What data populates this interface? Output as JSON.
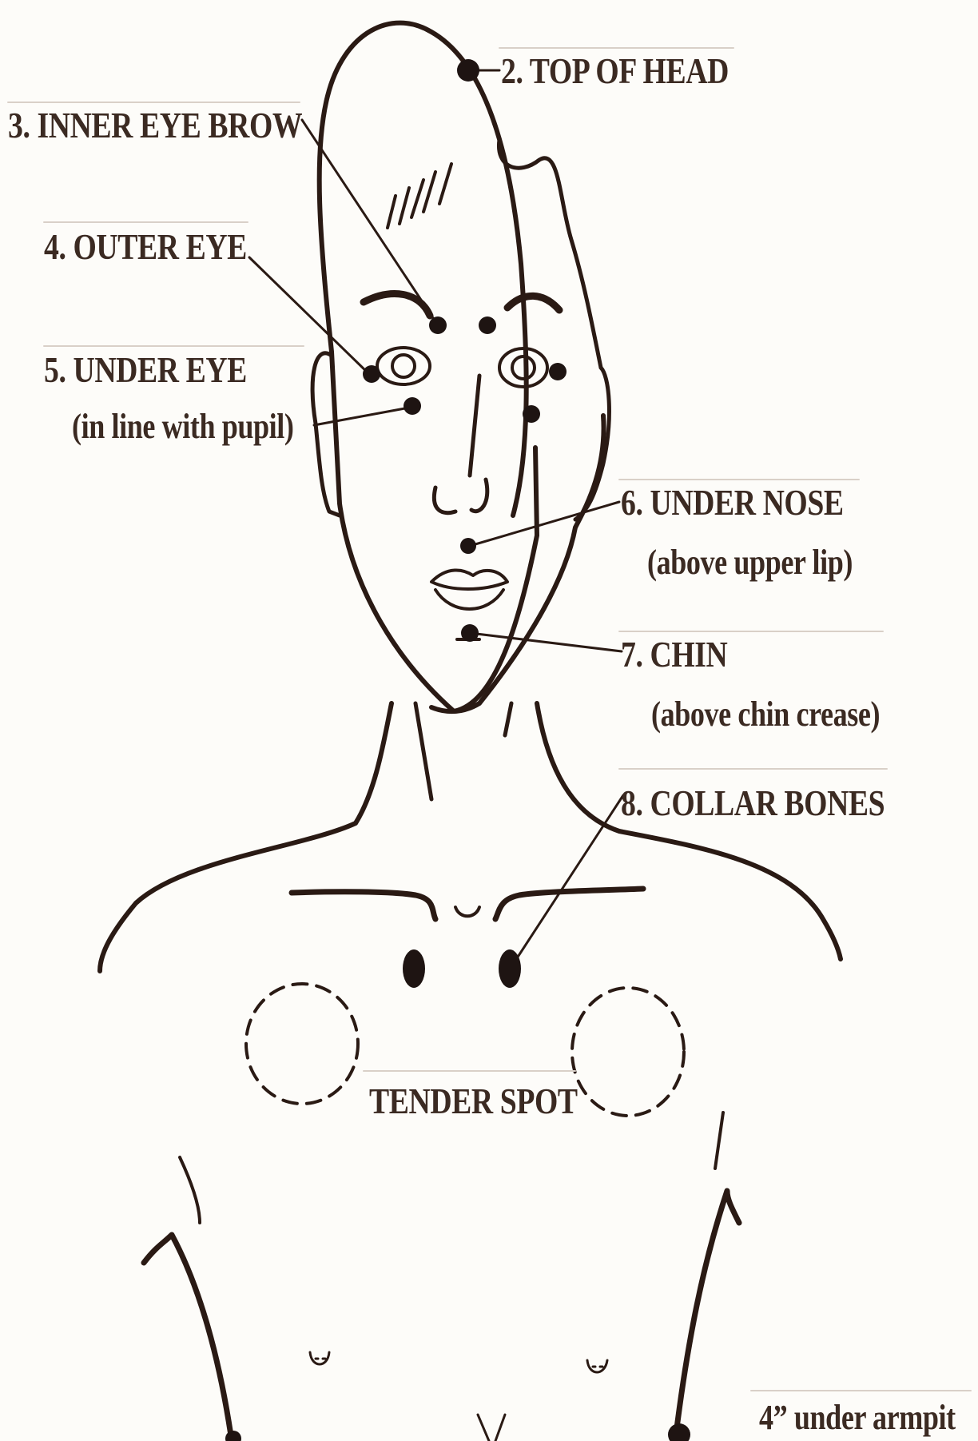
{
  "labels": {
    "top_of_head": "2. TOP OF HEAD",
    "inner_eye_brow": "3. INNER EYE BROW",
    "outer_eye": "4. OUTER EYE",
    "under_eye": "5. UNDER EYE",
    "under_eye_note": "(in line with pupil)",
    "under_nose": "6. UNDER NOSE",
    "under_nose_note": "(above upper lip)",
    "chin": "7. CHIN",
    "chin_note": "(above chin crease)",
    "collar_bones": "8. COLLAR BONES",
    "tender_spot": "TENDER SPOT",
    "under_armpit": "4” under armpit"
  },
  "colors": {
    "background": "#fdfcf9",
    "ink": "#2a1a14",
    "text": "#3b2a22",
    "point": "#1e1412"
  }
}
